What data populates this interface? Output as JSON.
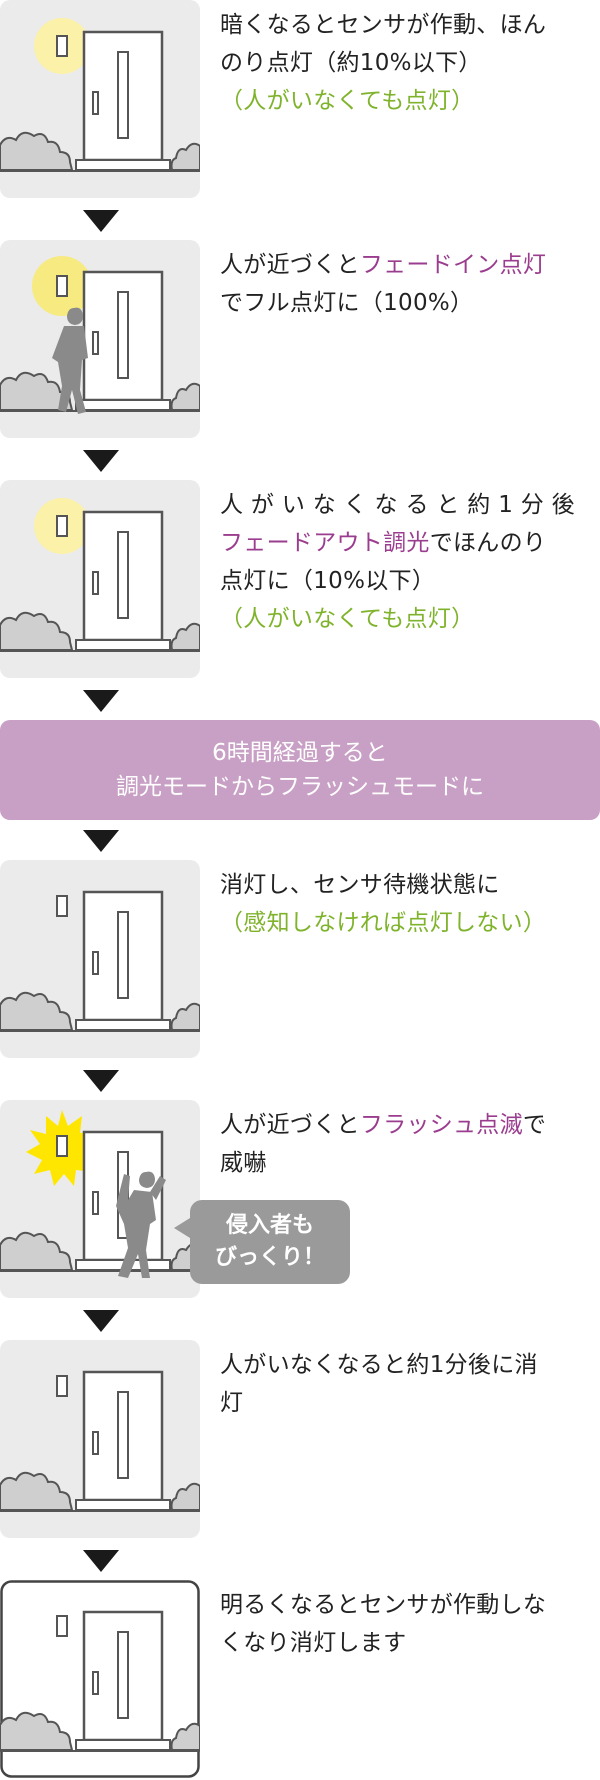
{
  "steps": [
    {
      "id": "s1",
      "parts": [
        {
          "line": [
            "暗くなるとセンサが作動、ほん"
          ]
        },
        {
          "line": [
            "のり点灯（約10%以下）"
          ]
        },
        {
          "line": [
            "（人がいなくても点灯）"
          ],
          "color": "green"
        }
      ]
    },
    {
      "id": "s2",
      "parts": [
        {
          "line": [
            "人が近づくと",
            "フェードイン点灯"
          ]
        },
        {
          "line": [
            "でフル点灯に（100%）"
          ]
        }
      ]
    },
    {
      "id": "s3",
      "parts": [
        {
          "line": [
            "人 が い な く な る と 約 1 分 後"
          ]
        },
        {
          "line": [
            "フェードアウト調光",
            "でほんのり"
          ]
        },
        {
          "line": [
            "点灯に（10%以下）"
          ]
        },
        {
          "line": [
            "（人がいなくても点灯）"
          ],
          "color": "green"
        }
      ]
    },
    {
      "id": "s4",
      "parts": [
        {
          "line": [
            "消灯し、センサ待機状態に"
          ]
        },
        {
          "line": [
            "（感知しなければ点灯しない）"
          ],
          "color": "green"
        }
      ]
    },
    {
      "id": "s5",
      "parts": [
        {
          "line": [
            "人が近づくと",
            "フラッシュ点滅",
            "で"
          ]
        },
        {
          "line": [
            "威嚇"
          ]
        }
      ]
    },
    {
      "id": "s6",
      "parts": [
        {
          "line": [
            "人がいなくなると約1分後に消"
          ]
        },
        {
          "line": [
            "灯"
          ]
        }
      ]
    },
    {
      "id": "s7",
      "parts": [
        {
          "line": [
            "明るくなるとセンサが作動しな"
          ]
        },
        {
          "line": [
            "くなり消灯します"
          ]
        }
      ]
    }
  ],
  "s1_l1": "暗くなるとセンサが作動、ほん",
  "s1_l2": "のり点灯（約10%以下）",
  "s1_l3": "（人がいなくても点灯）",
  "s2_l1a": "人が近づくと",
  "s2_l1b": "フェードイン点灯",
  "s2_l2": "でフル点灯に（100%）",
  "s3_l1": "人 が い な く な る と 約 1 分 後",
  "s3_l2a": "フェードアウト調光",
  "s3_l2b": "でほんのり",
  "s3_l3": "点灯に（10%以下）",
  "s3_l4": "（人がいなくても点灯）",
  "banner_l1": "6時間経過すると",
  "banner_l2": "調光モードからフラッシュモードに",
  "s4_l1": "消灯し、センサ待機状態に",
  "s4_l2": "（感知しなければ点灯しない）",
  "s5_l1a": "人が近づくと",
  "s5_l1b": "フラッシュ点滅",
  "s5_l1c": "で",
  "s5_l2": "威嚇",
  "bubble_l1": "侵入者も",
  "bubble_l2": "びっくり！",
  "s6_l1": "人がいなくなると約1分後に消",
  "s6_l2": "灯",
  "s7_l1": "明るくなるとセンサが作動しな",
  "s7_l2": "くなり消灯します",
  "colors": {
    "accent_purple": "#9b3d8f",
    "accent_green": "#7fb32c",
    "banner_bg": "#c9a0c5",
    "panel_bg": "#ebebeb",
    "glow": "#fbf1a8",
    "flash": "#ffe600"
  }
}
